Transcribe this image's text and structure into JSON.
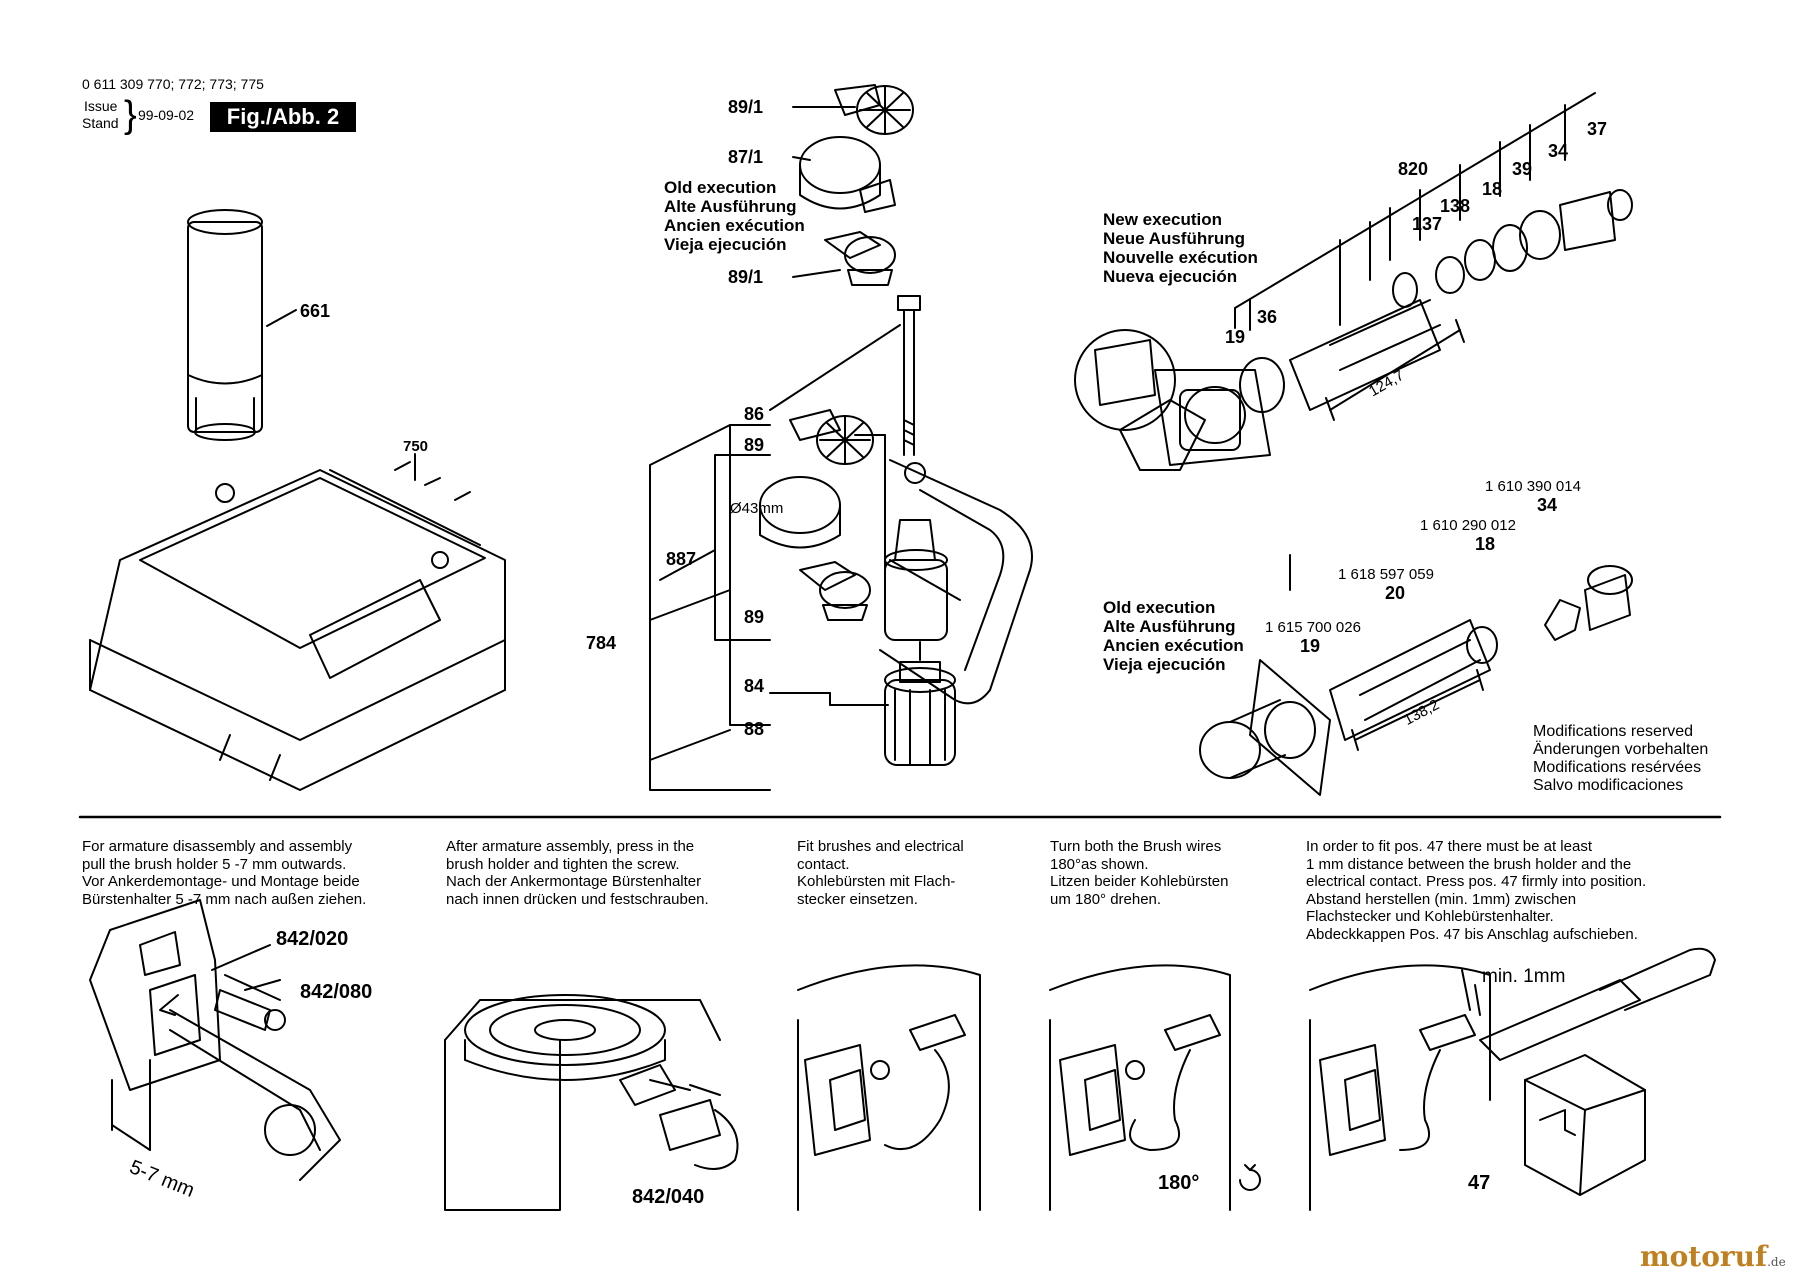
{
  "header": {
    "part_numbers": "0 611 309 770; 772; 773; 775",
    "issue_label": "Issue",
    "stand_label": "Stand",
    "issue_date": "99-09-02",
    "figure_label": "Fig./Abb. 2"
  },
  "callouts": {
    "c661": "661",
    "c750": "750",
    "c89_1_top": "89/1",
    "c87_1": "87/1",
    "c89_1_bottom": "89/1",
    "c86": "86",
    "c89_a": "89",
    "c89_b": "89",
    "c887": "887",
    "c784": "784",
    "c84": "84",
    "c88": "88",
    "dia43": "Ø43mm",
    "c820": "820",
    "c37": "37",
    "c34_top": "34",
    "c39": "39",
    "c18_top": "18",
    "c138": "138",
    "c137": "137",
    "c36": "36",
    "c19_top": "19",
    "dim1247": "124,7",
    "pn_034": "1 610 390 014",
    "c34_low": "34",
    "pn_012": "1 610 290 012",
    "c18_low": "18",
    "pn_059": "1 618 597 059",
    "c20": "20",
    "pn_026": "1 615 700 026",
    "c19_low": "19",
    "dim1382": "138,2",
    "c842_020": "842/020",
    "c842_080": "842/080",
    "dim57": "5-7 mm",
    "c842_040": "842/040",
    "deg180": "180°",
    "min1mm": "min. 1mm",
    "c47": "47"
  },
  "old_execution_top": [
    "Old execution",
    "Alte Ausführung",
    "Ancien exécution",
    "Vieja ejecución"
  ],
  "new_execution": [
    "New execution",
    "Neue Ausführung",
    "Nouvelle exécution",
    "Nueva ejecución"
  ],
  "old_execution_low": [
    "Old execution",
    "Alte Ausführung",
    "Ancien exécution",
    "Vieja ejecución"
  ],
  "modifications": [
    "Modifications reserved",
    "Änderungen vorbehalten",
    "Modifications resérvées",
    "Salvo modificaciones"
  ],
  "instructions": {
    "step1": [
      "For armature disassembly and assembly",
      "pull the brush holder 5 -7 mm outwards.",
      "Vor Ankerdemontage- und Montage beide",
      "Bürstenhalter 5 -7 mm nach außen ziehen."
    ],
    "step2": [
      "After armature assembly, press in the",
      "brush holder and tighten the screw.",
      "Nach der Ankermontage Bürstenhalter",
      "nach innen drücken und festschrauben."
    ],
    "step3": [
      "Fit brushes and electrical",
      "contact.",
      "Kohlebürsten mit Flach-",
      "stecker einsetzen."
    ],
    "step4": [
      "Turn both the Brush wires",
      "180°as shown.",
      "Litzen beider Kohlebürsten",
      "um 180° drehen."
    ],
    "step5": [
      "In order to fit pos. 47 there must be at least",
      "1 mm distance between the brush holder and the",
      "electrical contact. Press pos. 47 firmly into position.",
      "Abstand herstellen (min. 1mm) zwischen",
      "Flachstecker und Kohlebürstenhalter.",
      "Abdeckkappen Pos. 47 bis Anschlag aufschieben."
    ]
  },
  "watermark": {
    "main": "motoruf",
    "suffix": ".de"
  }
}
